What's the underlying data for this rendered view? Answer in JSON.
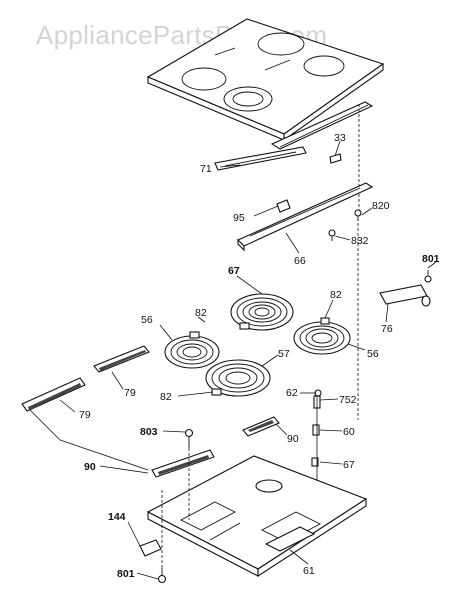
{
  "watermark": "AppliancePartsPros.com",
  "labels": {
    "p71": "71",
    "p33": "33",
    "p95": "95",
    "p820": "820",
    "p66": "66",
    "p832": "832",
    "p67_top": "67",
    "p801_top": "801",
    "p82_left": "82",
    "p82_right": "82",
    "p56_left": "56",
    "p56_right": "56",
    "p57": "57",
    "p76": "76",
    "p79_upper": "79",
    "p79_lower": "79",
    "p82_bottom": "82",
    "p62": "62",
    "p752": "752",
    "p803": "803",
    "p90_right": "90",
    "p60": "60",
    "p90_left": "90",
    "p67_bottom": "67",
    "p144": "144",
    "p61": "61",
    "p801_bottom": "801"
  }
}
